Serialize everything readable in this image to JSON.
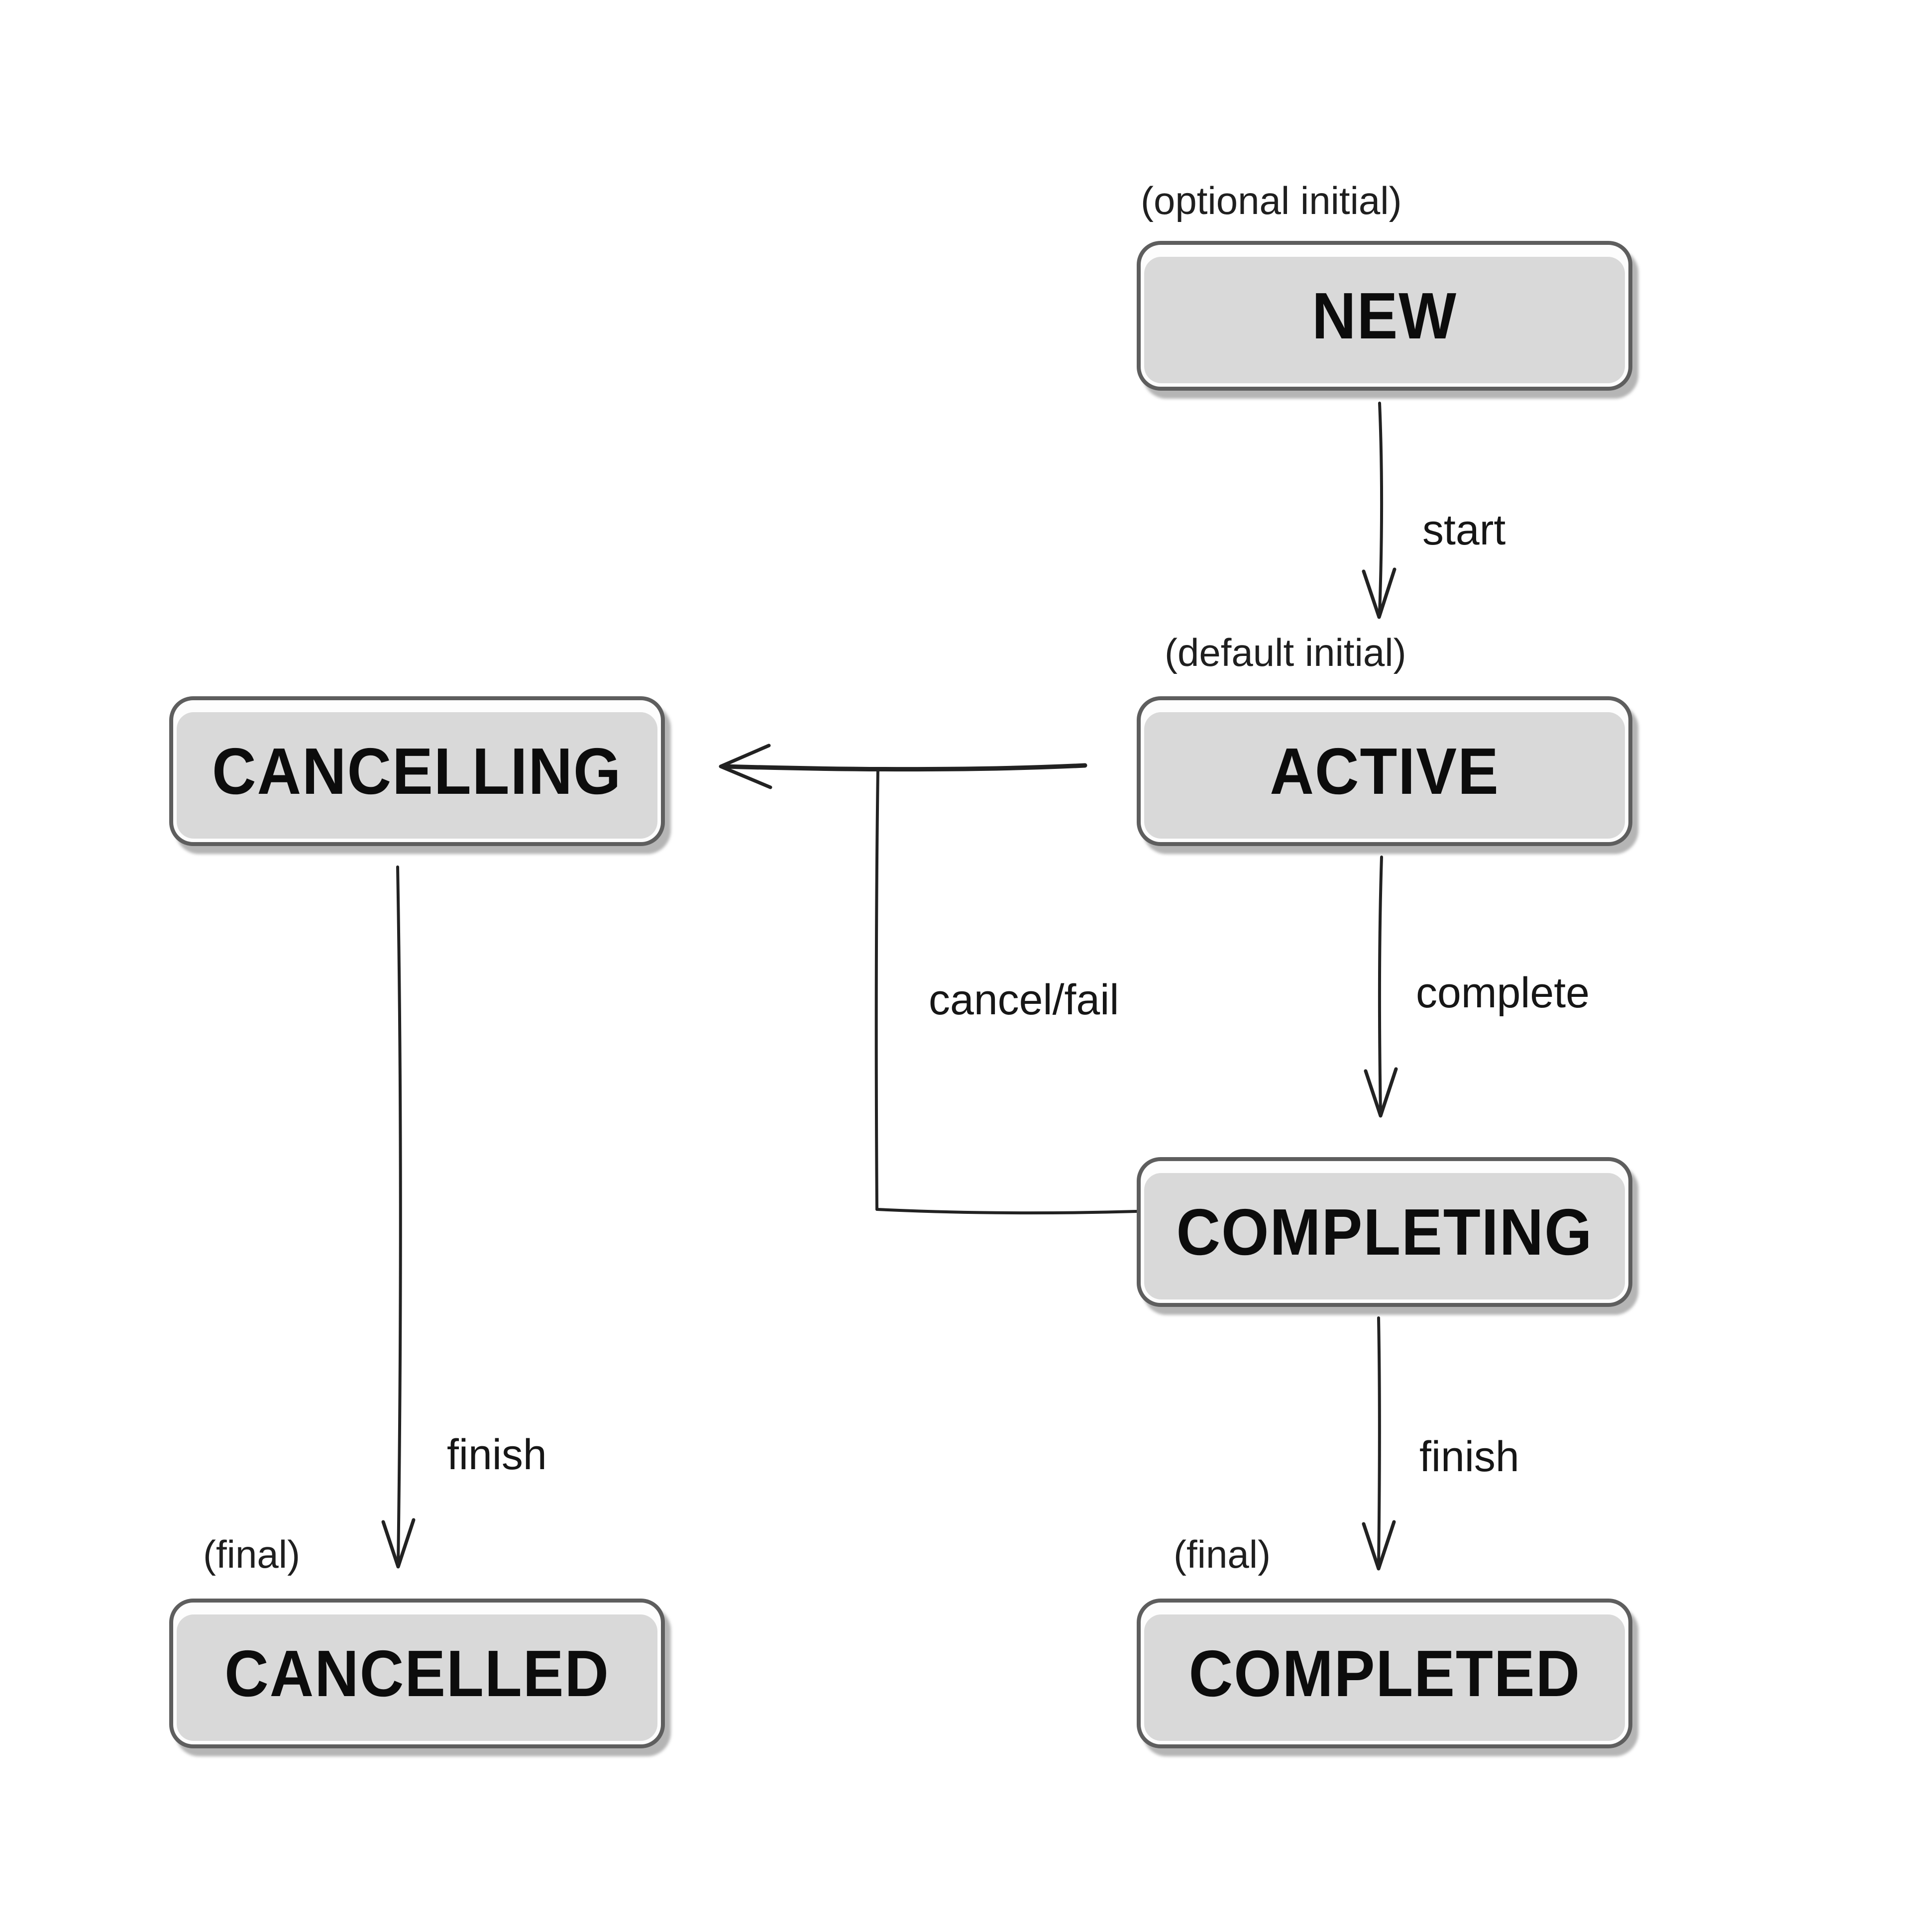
{
  "diagram": {
    "nodes": {
      "new": {
        "label": "NEW",
        "annotation": "(optional initial)"
      },
      "active": {
        "label": "ACTIVE",
        "annotation": "(default initial)"
      },
      "cancelling": {
        "label": "CANCELLING"
      },
      "completing": {
        "label": "COMPLETING"
      },
      "cancelled": {
        "label": "CANCELLED",
        "annotation": "(final)"
      },
      "completed": {
        "label": "COMPLETED",
        "annotation": "(final)"
      }
    },
    "edges": {
      "start": {
        "from": "new",
        "to": "active",
        "label": "start"
      },
      "complete": {
        "from": "active",
        "to": "completing",
        "label": "complete"
      },
      "cancelFail": {
        "from": "active/completing",
        "to": "cancelling",
        "label": "cancel/fail"
      },
      "finishLeft": {
        "from": "cancelling",
        "to": "cancelled",
        "label": "finish"
      },
      "finishRight": {
        "from": "completing",
        "to": "completed",
        "label": "finish"
      }
    },
    "colors": {
      "background": "#ffffff",
      "node_fill": "#d9d9d9",
      "node_highlight": "#fdfdfd",
      "node_border": "#5e5e5e",
      "node_shadow": "#9a9a9a",
      "line": "#222222",
      "text": "#0c0c0c"
    }
  }
}
